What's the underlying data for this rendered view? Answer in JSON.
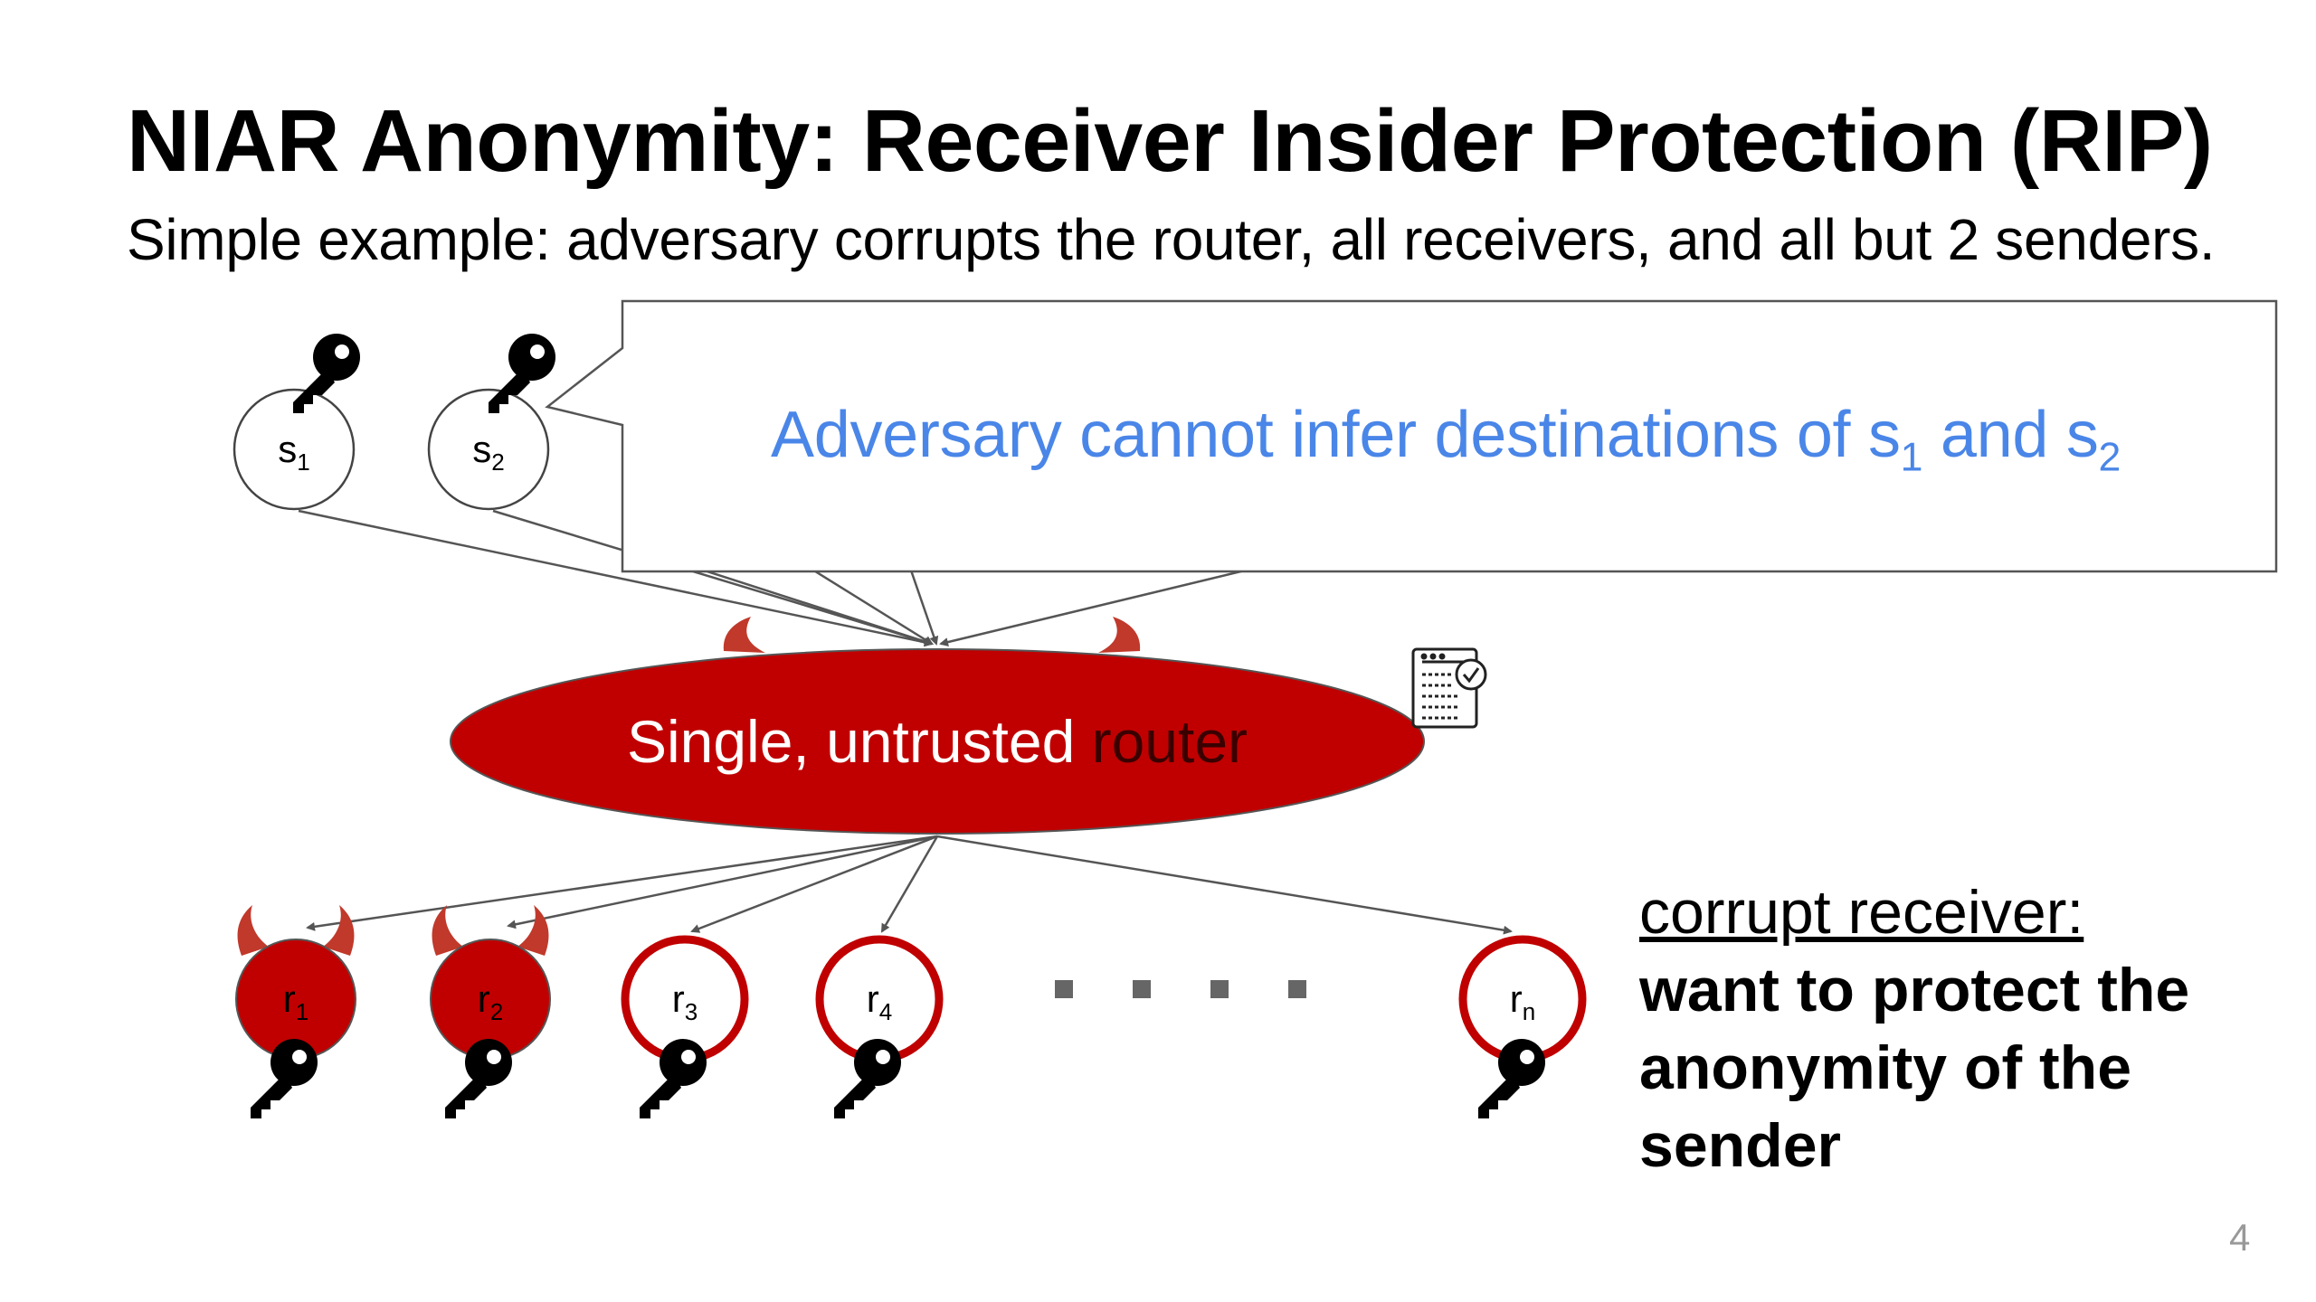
{
  "slide": {
    "title": "NIAR Anonymity: Receiver Insider Protection (RIP)",
    "subtitle": "Simple example: adversary corrupts the router, all receivers, and all but 2 senders.",
    "page_number": "4"
  },
  "senders": [
    {
      "base": "s",
      "sub": "1",
      "key_icon": "key-icon"
    },
    {
      "base": "s",
      "sub": "2",
      "key_icon": "key-icon"
    }
  ],
  "callout": {
    "text": "Adversary cannot infer destinations of s",
    "sub1": "1",
    "mid": " and s",
    "sub2": "2",
    "color": "#4a86e8"
  },
  "router": {
    "label_white": "Single, untrusted ",
    "label_dark": "router",
    "fill": "#c00000",
    "badge_icon": "certificate-icon",
    "corrupt_icon": "devil-horns-icon"
  },
  "receivers": [
    {
      "base": "r",
      "sub": "1",
      "corrupt": true
    },
    {
      "base": "r",
      "sub": "2",
      "corrupt": true
    },
    {
      "base": "r",
      "sub": "3",
      "corrupt": false
    },
    {
      "base": "r",
      "sub": "4",
      "corrupt": false
    },
    {
      "base": "r",
      "sub": "n",
      "corrupt": false
    }
  ],
  "side_note": {
    "heading": "corrupt receiver:",
    "line1": "want to protect the",
    "line2": "anonymity of the",
    "line3": "sender"
  },
  "colors": {
    "corrupt_red": "#c00000",
    "outline_red": "#c00000",
    "arrow_gray": "#555555",
    "ellipsis_gray": "#666666"
  }
}
